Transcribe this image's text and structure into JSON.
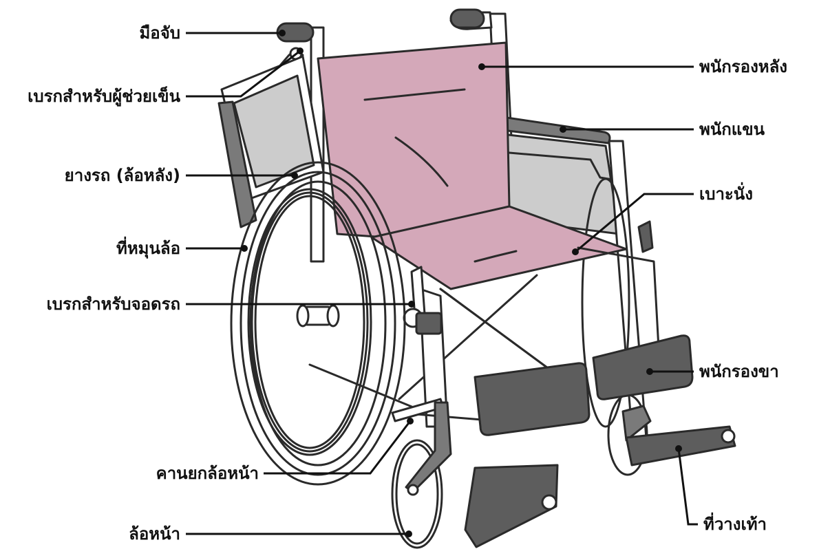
{
  "colors": {
    "seat_fabric": "#d4a8b9",
    "frame": "#ffffff",
    "outline": "#2a2a2a",
    "tire": "#7a7a7a",
    "dark_parts": "#5d5d5d",
    "side_panel": "#cccccc",
    "label_text": "#111111"
  },
  "labels": {
    "hand_grip": "มือจับ",
    "attendant_brake": "เบรกสำหรับผู้ช่วยเข็น",
    "rear_tire": "ยางรถ (ล้อหลัง)",
    "hand_rim": "ที่หมุนล้อ",
    "parking_brake": "เบรกสำหรับจอดรถ",
    "tipping_lever": "คานยกล้อหน้า",
    "front_wheel": "ล้อหน้า",
    "backrest": "พนักรองหลัง",
    "armrest": "พนักแขน",
    "seat": "เบาะนั่ง",
    "leg_rest": "พนักรองขา",
    "footrest": "ที่วางเท้า"
  }
}
